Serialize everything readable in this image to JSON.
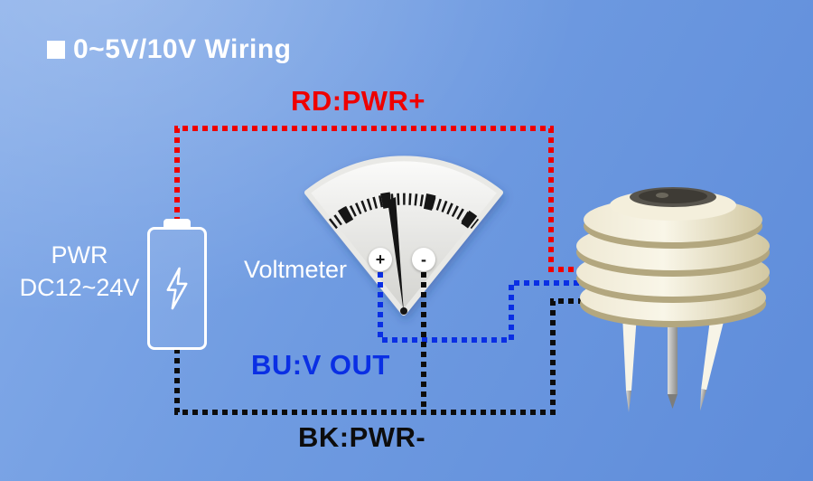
{
  "title": {
    "text": "0~5V/10V Wiring"
  },
  "wires": {
    "red": {
      "label": "RD:PWR+",
      "color": "#ee0000"
    },
    "blue": {
      "label": "BU:V OUT",
      "color": "#0a2fe4"
    },
    "black": {
      "label": "BK:PWR-",
      "color": "#0d0d0d"
    }
  },
  "power_supply": {
    "line1": "PWR",
    "line2": "DC12~24V"
  },
  "voltmeter": {
    "label": "Voltmeter",
    "terminal_plus": "+",
    "terminal_minus": "-"
  },
  "icons": {
    "battery": "battery-icon",
    "lightning": "lightning-bolt-icon",
    "gauge": "voltmeter-gauge-icon",
    "sensor": "louvered-sensor-icon"
  },
  "colors": {
    "background_top": "#85ace9",
    "background_bottom": "#5e8cda",
    "gauge_face": "#efefec",
    "sensor_body": "#ece5cb"
  }
}
